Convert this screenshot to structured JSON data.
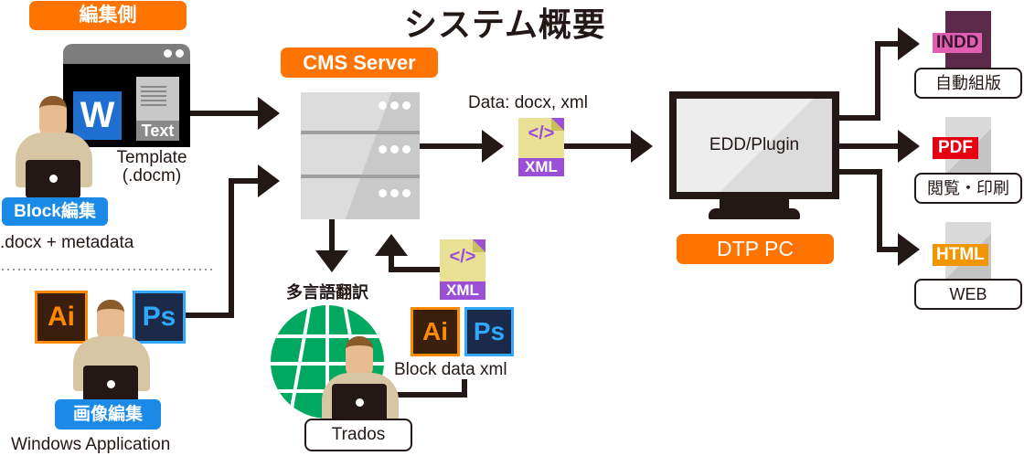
{
  "title": "システム概要",
  "editor_side": {
    "badge": "編集側",
    "template_window": {
      "word_icon_letter": "W",
      "text_doc_label": "Text",
      "caption_line1": "Template",
      "caption_line2": "(.docm)"
    },
    "block_edit_badge": "Block編集",
    "output_caption": ".docx + metadata"
  },
  "image_side": {
    "ai_icon": "Ai",
    "ps_icon": "Ps",
    "badge": "画像編集",
    "caption": "Windows Application"
  },
  "cms": {
    "badge": "CMS Server",
    "data_label": "Data: docx, xml",
    "xml_icon_label": "XML",
    "xml_glyph": "</>"
  },
  "translation": {
    "label": "多言語翻訳",
    "tool_box": "Trados",
    "xml_icon_label": "XML",
    "xml_glyph": "</>",
    "ai_icon": "Ai",
    "ps_icon": "Ps",
    "block_data_label": "Block data xml"
  },
  "dtp": {
    "monitor_label": "EDD/Plugin",
    "badge": "DTP PC"
  },
  "outputs": [
    {
      "format": "INDD",
      "caption": "自動組版",
      "color": "#e05fb0"
    },
    {
      "format": "PDF",
      "caption": "閲覧・印刷",
      "color": "#e60012"
    },
    {
      "format": "HTML",
      "caption": "WEB",
      "color": "#f29600"
    }
  ],
  "colors": {
    "accent_orange": "#ff7300",
    "accent_blue": "#1a8ae6",
    "line_dark": "#231815",
    "globe_green": "#00a95f",
    "xml_purple": "#9b4fd6"
  }
}
